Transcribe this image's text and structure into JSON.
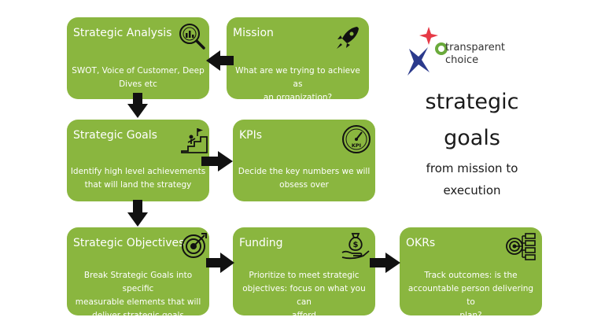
{
  "brand": {
    "line1": "transparent",
    "line2": "choice",
    "colors": {
      "red": "#e63946",
      "green": "#6aaa3b",
      "blue": "#2b3a8c"
    }
  },
  "heading": {
    "line1": "strategic",
    "line2": "goals",
    "sub1": "from mission to",
    "sub2": "execution"
  },
  "colors": {
    "box": "#8ab63f",
    "arrow": "#111111",
    "text": "#ffffff"
  },
  "nodes": {
    "strategic_analysis": {
      "title": "Strategic Analysis",
      "desc1": "SWOT, Voice of Customer, Deep",
      "desc2": "Dives etc",
      "icon": "magnifier-chart-icon"
    },
    "mission": {
      "title": "Mission",
      "desc1": "What are we trying to achieve as",
      "desc2": "an organization?",
      "icon": "rocket-icon"
    },
    "strategic_goals": {
      "title": "Strategic Goals",
      "desc1": "Identify high level achievements",
      "desc2": "that will land the strategy",
      "icon": "goal-stairs-icon"
    },
    "kpis": {
      "title": "KPIs",
      "desc1": "Decide the key numbers we will",
      "desc2": "obsess over",
      "icon": "kpi-gauge-icon",
      "icon_text": "KPI"
    },
    "strategic_objectives": {
      "title": "Strategic Objectives",
      "desc1": "Break Strategic Goals into specific",
      "desc2": "measurable elements that will",
      "desc3": "deliver strategic goals",
      "icon": "target-icon"
    },
    "funding": {
      "title": "Funding",
      "desc1": "Prioritize to meet strategic",
      "desc2": "objectives: focus on what you can",
      "desc3": "afford",
      "icon": "money-bag-hand-icon",
      "icon_text": "$"
    },
    "okrs": {
      "title": "OKRs",
      "desc1": "Track outcomes: is the",
      "desc2": "accountable person delivering to",
      "desc3": "plan?",
      "icon": "target-checklist-icon"
    }
  }
}
